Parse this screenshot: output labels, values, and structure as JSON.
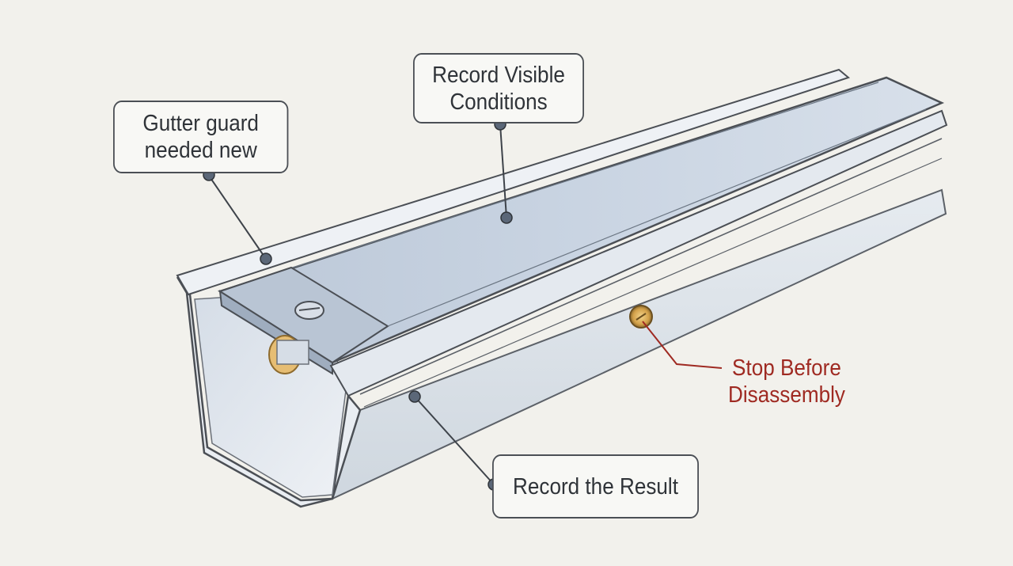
{
  "labels": {
    "gutter_guard": {
      "line1": "Gutter guard",
      "line2": "needed new"
    },
    "record_visible": {
      "line1": "Record Visible",
      "line2": "Conditions"
    },
    "record_result": "Record the Result",
    "stop_before": {
      "line1": "Stop Before",
      "line2": "Disassembly"
    }
  },
  "colors": {
    "background": "#f2f1ec",
    "outline": "#4b4f55",
    "callout_dot": "#5b6778",
    "warning_red": "#9f2a22",
    "guard_panel": "#c8d4e1",
    "gutter_body": "#e3e8ee",
    "screw_gold": "#d3a14a"
  }
}
